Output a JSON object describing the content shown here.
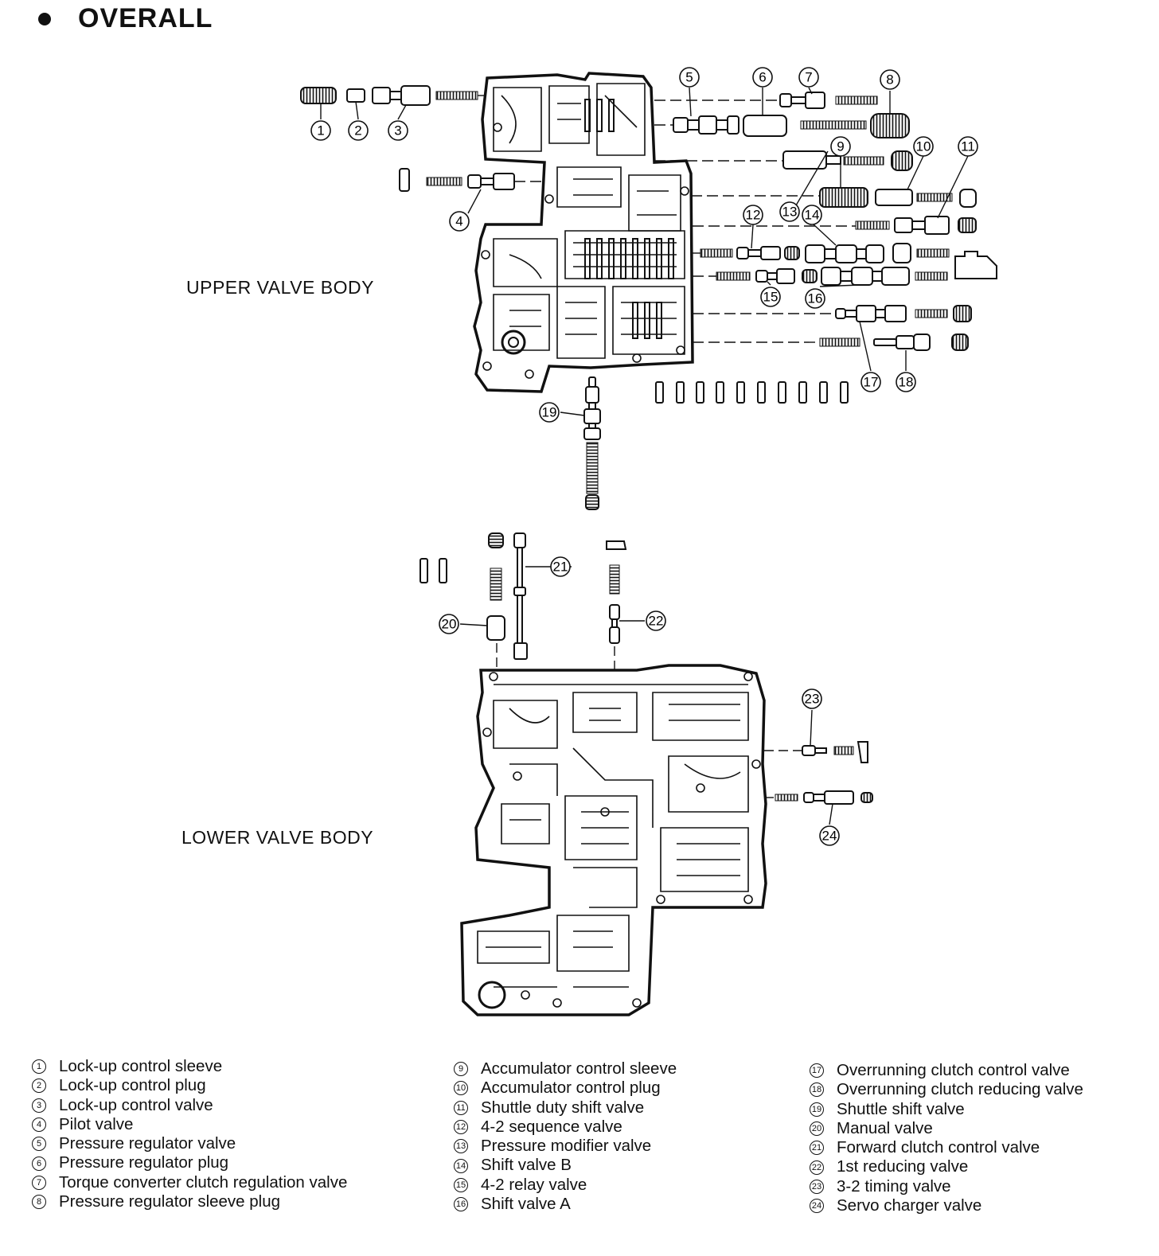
{
  "heading": "OVERALL",
  "labels": {
    "upper": "UPPER VALVE BODY",
    "lower": "LOWER VALVE BODY"
  },
  "legend": {
    "col1": [
      {
        "num": "1",
        "text": "Lock-up control sleeve"
      },
      {
        "num": "2",
        "text": "Lock-up control plug"
      },
      {
        "num": "3",
        "text": "Lock-up control valve"
      },
      {
        "num": "4",
        "text": "Pilot valve"
      },
      {
        "num": "5",
        "text": "Pressure regulator valve"
      },
      {
        "num": "6",
        "text": "Pressure regulator plug"
      },
      {
        "num": "7",
        "text": "Torque converter clutch regulation valve"
      },
      {
        "num": "8",
        "text": "Pressure regulator sleeve plug"
      }
    ],
    "col2": [
      {
        "num": "9",
        "text": "Accumulator control sleeve"
      },
      {
        "num": "10",
        "text": "Accumulator control plug"
      },
      {
        "num": "11",
        "text": "Shuttle duty shift valve"
      },
      {
        "num": "12",
        "text": "4-2 sequence valve"
      },
      {
        "num": "13",
        "text": "Pressure modifier valve"
      },
      {
        "num": "14",
        "text": "Shift valve B"
      },
      {
        "num": "15",
        "text": "4-2 relay valve"
      },
      {
        "num": "16",
        "text": "Shift valve A"
      }
    ],
    "col3": [
      {
        "num": "17",
        "text": "Overrunning clutch control valve"
      },
      {
        "num": "18",
        "text": "Overrunning clutch reducing valve"
      },
      {
        "num": "19",
        "text": "Shuttle shift valve"
      },
      {
        "num": "20",
        "text": "Manual valve"
      },
      {
        "num": "21",
        "text": "Forward clutch control valve"
      },
      {
        "num": "22",
        "text": "1st reducing valve"
      },
      {
        "num": "23",
        "text": "3-2 timing valve"
      },
      {
        "num": "24",
        "text": "Servo charger valve"
      }
    ]
  },
  "callouts": [
    "1",
    "2",
    "3",
    "4",
    "5",
    "6",
    "7",
    "8",
    "9",
    "10",
    "11",
    "12",
    "13",
    "14",
    "15",
    "16",
    "17",
    "18",
    "19",
    "20",
    "21",
    "22",
    "23",
    "24"
  ]
}
